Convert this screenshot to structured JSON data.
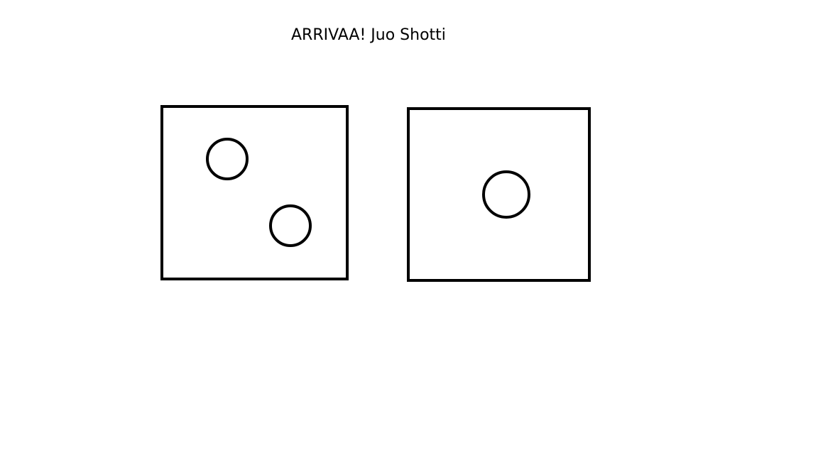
{
  "title": "ARRIVAA! Juo Shotti",
  "dice": [
    {
      "value": 2,
      "pips": 2
    },
    {
      "value": 1,
      "pips": 1
    }
  ],
  "colors": {
    "background": "#ffffff",
    "stroke": "#000000"
  }
}
